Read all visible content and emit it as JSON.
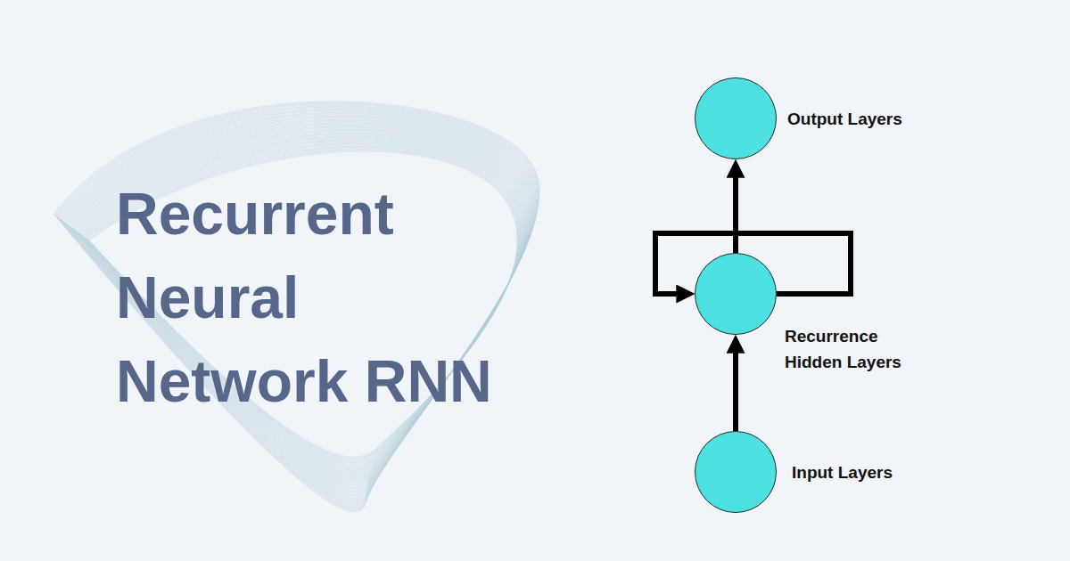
{
  "diagram": {
    "title": "Recurrent Neural Network RNN",
    "nodes": [
      {
        "text": [
          "Output Layers"
        ]
      },
      {
        "text": [
          "Recurrence Hidden Layers"
        ]
      },
      {
        "text": [
          "Input Layers"
        ]
      }
    ],
    "edges": [
      {
        "from": 2,
        "to": 1,
        "arrow": "to"
      },
      {
        "from": 1,
        "to": 0,
        "arrow": "to"
      },
      {
        "from": 1,
        "to": 1,
        "arrow": "to"
      }
    ]
  }
}
